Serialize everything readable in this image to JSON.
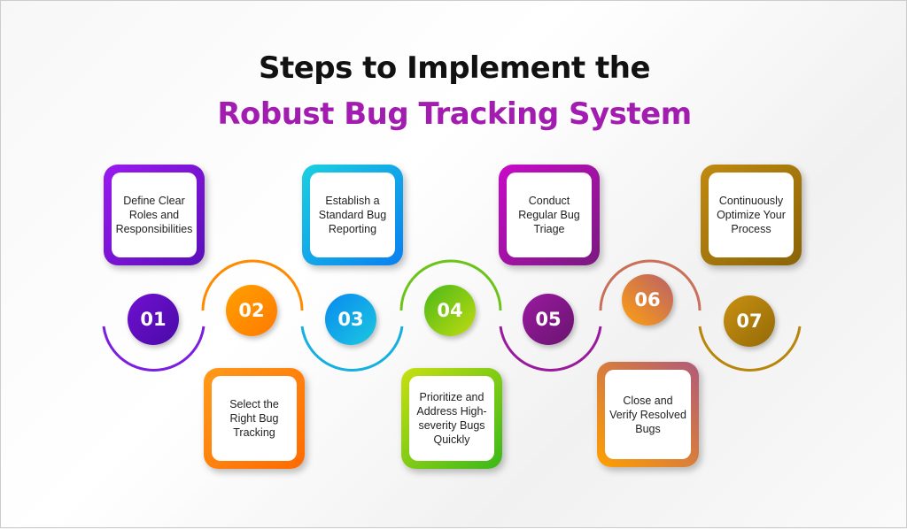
{
  "title": {
    "line1": "Steps to Implement the",
    "line2": "Robust Bug Tracking System",
    "line2_color": "#a21caf"
  },
  "steps": [
    {
      "number": "01",
      "label": "Define Clear Roles and Responsibilities",
      "color": "#6a12c4"
    },
    {
      "number": "02",
      "label": "Select the Right Bug Tracking",
      "color": "#ff8a00"
    },
    {
      "number": "03",
      "label": "Establish a Standard Bug Reporting",
      "color": "#0a8cf0"
    },
    {
      "number": "04",
      "label": "Prioritize and Address High-severity Bugs Quickly",
      "color": "#7ccc1c"
    },
    {
      "number": "05",
      "label": "Conduct Regular Bug Triage",
      "color": "#8a1890"
    },
    {
      "number": "06",
      "label": "Close and Verify Resolved Bugs",
      "color": "#e8892a"
    },
    {
      "number": "07",
      "label": "Continuously Optimize Your Process",
      "color": "#b07d0c"
    }
  ]
}
